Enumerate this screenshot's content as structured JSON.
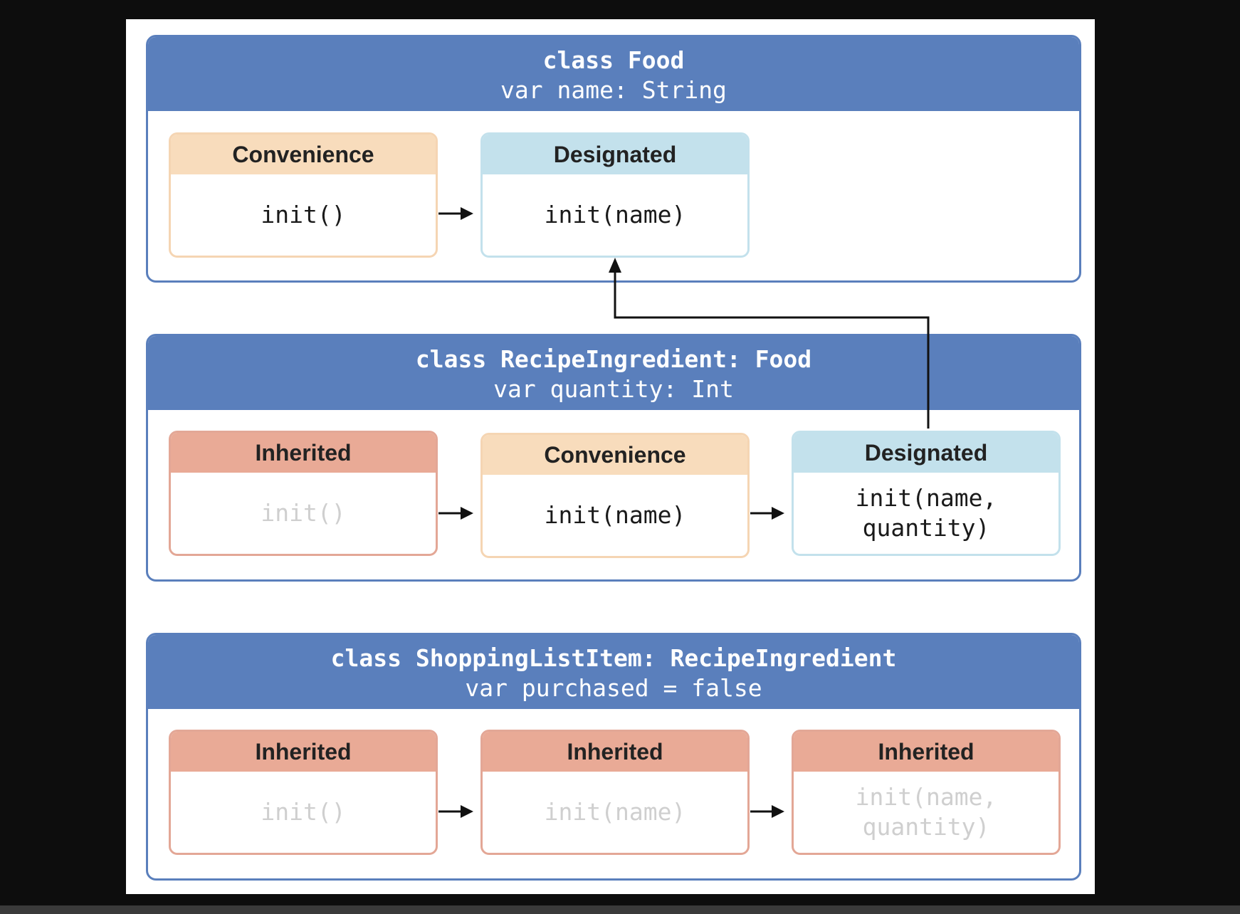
{
  "classes": [
    {
      "declaration": "class Food",
      "property": "var name: String",
      "initializers": [
        {
          "kind": "Convenience",
          "signature": "init()",
          "ghost": false
        },
        {
          "kind": "Designated",
          "signature": "init(name)",
          "ghost": false
        }
      ]
    },
    {
      "declaration": "class RecipeIngredient: Food",
      "property": "var quantity: Int",
      "initializers": [
        {
          "kind": "Inherited",
          "signature": "init()",
          "ghost": true
        },
        {
          "kind": "Convenience",
          "signature": "init(name)",
          "ghost": false
        },
        {
          "kind": "Designated",
          "signature": "init(name,\nquantity)",
          "ghost": false
        }
      ]
    },
    {
      "declaration": "class ShoppingListItem: RecipeIngredient",
      "property": "var purchased = false",
      "initializers": [
        {
          "kind": "Inherited",
          "signature": "init()",
          "ghost": true
        },
        {
          "kind": "Inherited",
          "signature": "init(name)",
          "ghost": true
        },
        {
          "kind": "Inherited",
          "signature": "init(name,\nquantity)",
          "ghost": true
        }
      ]
    }
  ],
  "colors": {
    "header": "#5a7fbc",
    "convenience": "#f8dcbc",
    "designated": "#c3e1ec",
    "inherited": "#e9aa96"
  }
}
